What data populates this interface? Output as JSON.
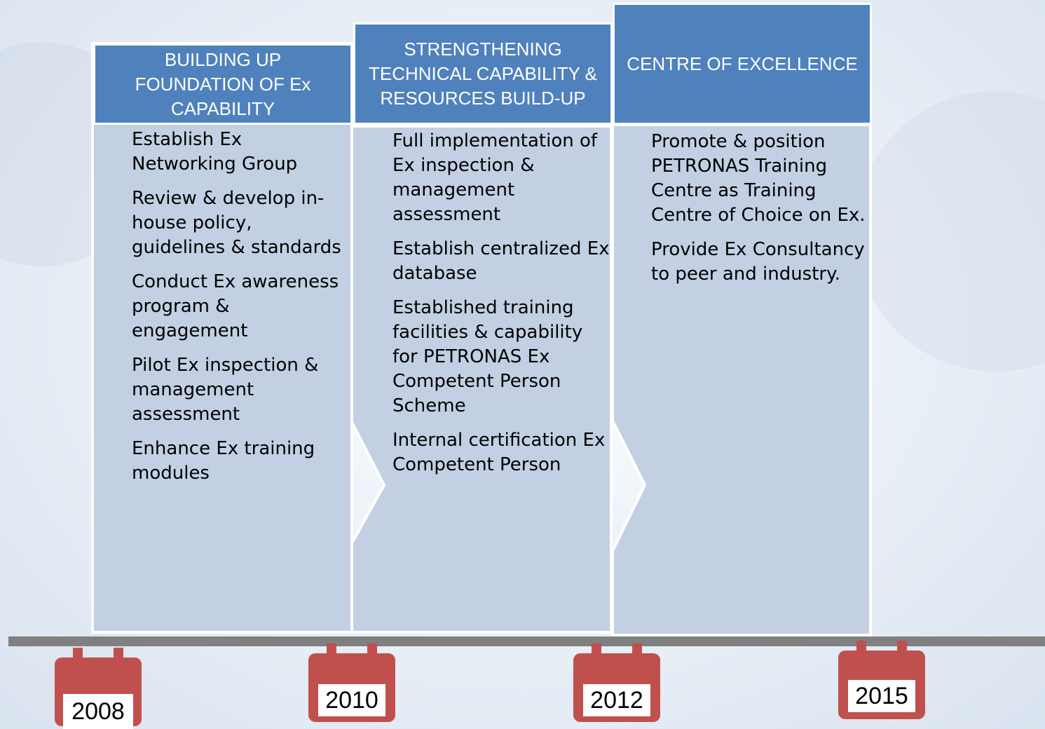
{
  "phases": [
    {
      "header": "BUILDING UP FOUNDATION OF Ex CAPABILITY",
      "items": [
        "Establish Ex Networking Group",
        "Review & develop in-house policy, guidelines & standards",
        "Conduct Ex awareness program & engagement",
        "Pilot Ex inspection & management assessment",
        "Enhance Ex training modules"
      ]
    },
    {
      "header": "STRENGTHENING TECHNICAL CAPABILITY & RESOURCES BUILD-UP",
      "items": [
        "Full implementation of Ex inspection & management assessment",
        "Establish centralized Ex database",
        "Established training facilities & capability for PETRONAS Ex Competent Person Scheme",
        "Internal certification Ex Competent Person"
      ]
    },
    {
      "header": "CENTRE OF EXCELLENCE",
      "items": [
        "Promote & position PETRONAS Training Centre as Training Centre of Choice on Ex.",
        "Provide Ex Consultancy to peer and industry."
      ]
    }
  ],
  "years": [
    "2008",
    "2010",
    "2012",
    "2015"
  ],
  "colors": {
    "header": "#4f81bd",
    "body": "#c3cfe3",
    "calendar": "#c0504d",
    "timeline": "#808080"
  }
}
